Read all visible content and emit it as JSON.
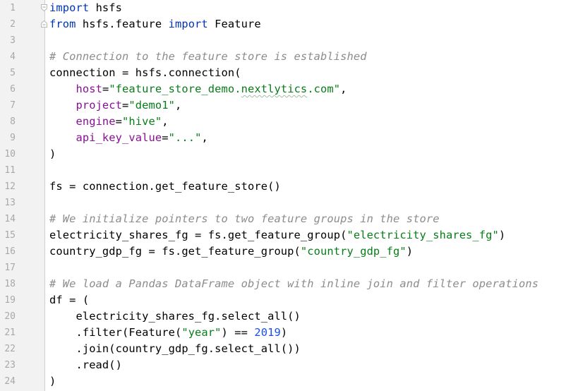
{
  "editor": {
    "language": "python",
    "colors": {
      "background": "#ffffff",
      "gutter": "#f2f2f2",
      "line_number": "#a8a8a8",
      "keyword": "#0033b3",
      "string": "#067d17",
      "number": "#1750eb",
      "comment": "#8c8c8c",
      "parameter": "#871094",
      "default": "#000000"
    },
    "line_numbers": [
      "1",
      "2",
      "3",
      "4",
      "5",
      "6",
      "7",
      "8",
      "9",
      "10",
      "11",
      "12",
      "13",
      "14",
      "15",
      "16",
      "17",
      "18",
      "19",
      "20",
      "21",
      "22",
      "23",
      "24"
    ],
    "lines": [
      {
        "n": 1,
        "segments": [
          {
            "t": "kw",
            "v": "import"
          },
          {
            "t": "",
            "v": " hsfs"
          }
        ]
      },
      {
        "n": 2,
        "segments": [
          {
            "t": "kw",
            "v": "from"
          },
          {
            "t": "",
            "v": " hsfs.feature "
          },
          {
            "t": "kw",
            "v": "import"
          },
          {
            "t": "",
            "v": " Feature"
          }
        ]
      },
      {
        "n": 3,
        "segments": []
      },
      {
        "n": 4,
        "segments": [
          {
            "t": "cmt",
            "v": "# Connection to the feature store is established"
          }
        ]
      },
      {
        "n": 5,
        "segments": [
          {
            "t": "",
            "v": "connection = hsfs.connection("
          }
        ]
      },
      {
        "n": 6,
        "segments": [
          {
            "t": "",
            "v": "    "
          },
          {
            "t": "param",
            "v": "host"
          },
          {
            "t": "",
            "v": "="
          },
          {
            "t": "str",
            "v": "\"feature_store_demo."
          },
          {
            "t": "str typo",
            "v": "nextlytics"
          },
          {
            "t": "str",
            "v": ".com\""
          },
          {
            "t": "",
            "v": ","
          }
        ]
      },
      {
        "n": 7,
        "segments": [
          {
            "t": "",
            "v": "    "
          },
          {
            "t": "param",
            "v": "project"
          },
          {
            "t": "",
            "v": "="
          },
          {
            "t": "str",
            "v": "\"demo1\""
          },
          {
            "t": "",
            "v": ","
          }
        ]
      },
      {
        "n": 8,
        "segments": [
          {
            "t": "",
            "v": "    "
          },
          {
            "t": "param",
            "v": "engine"
          },
          {
            "t": "",
            "v": "="
          },
          {
            "t": "str",
            "v": "\"hive\""
          },
          {
            "t": "",
            "v": ","
          }
        ]
      },
      {
        "n": 9,
        "segments": [
          {
            "t": "",
            "v": "    "
          },
          {
            "t": "param",
            "v": "api_key_value"
          },
          {
            "t": "",
            "v": "="
          },
          {
            "t": "str",
            "v": "\"...\""
          },
          {
            "t": "",
            "v": ","
          }
        ]
      },
      {
        "n": 10,
        "segments": [
          {
            "t": "",
            "v": ")"
          }
        ]
      },
      {
        "n": 11,
        "segments": []
      },
      {
        "n": 12,
        "segments": [
          {
            "t": "",
            "v": "fs = connection.get_feature_store()"
          }
        ]
      },
      {
        "n": 13,
        "segments": []
      },
      {
        "n": 14,
        "segments": [
          {
            "t": "cmt",
            "v": "# We initialize pointers to two feature groups in the store"
          }
        ]
      },
      {
        "n": 15,
        "segments": [
          {
            "t": "",
            "v": "electricity_shares_fg = fs.get_feature_group("
          },
          {
            "t": "str",
            "v": "\"electricity_shares_fg\""
          },
          {
            "t": "",
            "v": ")"
          }
        ]
      },
      {
        "n": 16,
        "segments": [
          {
            "t": "",
            "v": "country_gdp_fg = fs.get_feature_group("
          },
          {
            "t": "str",
            "v": "\"country_gdp_fg\""
          },
          {
            "t": "",
            "v": ")"
          }
        ]
      },
      {
        "n": 17,
        "segments": []
      },
      {
        "n": 18,
        "segments": [
          {
            "t": "cmt",
            "v": "# We load a Pandas DataFrame object with inline join and filter operations"
          }
        ]
      },
      {
        "n": 19,
        "segments": [
          {
            "t": "",
            "v": "df = ("
          }
        ]
      },
      {
        "n": 20,
        "segments": [
          {
            "t": "",
            "v": "    electricity_shares_fg.select_all()"
          }
        ]
      },
      {
        "n": 21,
        "segments": [
          {
            "t": "",
            "v": "    .filter(Feature("
          },
          {
            "t": "str",
            "v": "\"year\""
          },
          {
            "t": "",
            "v": ") == "
          },
          {
            "t": "num",
            "v": "2019"
          },
          {
            "t": "",
            "v": ")"
          }
        ]
      },
      {
        "n": 22,
        "segments": [
          {
            "t": "",
            "v": "    .join(country_gdp_fg.select_all())"
          }
        ]
      },
      {
        "n": 23,
        "segments": [
          {
            "t": "",
            "v": "    .read()"
          }
        ]
      },
      {
        "n": 24,
        "segments": [
          {
            "t": "",
            "v": ")"
          }
        ]
      }
    ],
    "fold_markers": [
      {
        "line": 1,
        "icon": "fold-open-icon"
      },
      {
        "line": 2,
        "icon": "fold-close-icon"
      }
    ]
  }
}
